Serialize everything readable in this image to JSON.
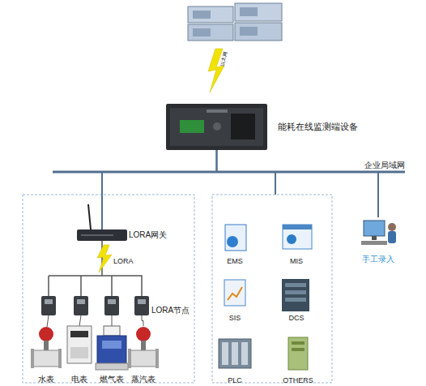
{
  "diagram": {
    "nodes": [
      {
        "text": [
          "能耗在线监测端设备"
        ]
      },
      {
        "text": [
          "LORA网关"
        ]
      },
      {
        "text": [
          "LORA节点"
        ]
      },
      {
        "text": [
          "水表"
        ]
      },
      {
        "text": [
          "电表"
        ]
      },
      {
        "text": [
          "燃气表"
        ]
      },
      {
        "text": [
          "蒸汽表"
        ]
      },
      {
        "text": [
          "EMS"
        ]
      },
      {
        "text": [
          "MIS"
        ]
      },
      {
        "text": [
          "SIS"
        ]
      },
      {
        "text": [
          "DCS"
        ]
      },
      {
        "text": [
          "PLC"
        ]
      },
      {
        "text": [
          "OTHERS"
        ]
      },
      {
        "text": [
          "手工录入"
        ]
      }
    ],
    "edges": [
      {
        "from": 0,
        "to": 1,
        "arrow": "none"
      },
      {
        "from": 1,
        "to": 2,
        "label": "LORA",
        "arrow": "none"
      },
      {
        "from": 2,
        "to": 6,
        "arrow": "none"
      },
      {
        "from": 0,
        "to": 13,
        "arrow": "none"
      }
    ],
    "labels": [
      "以太网",
      "企业局域网"
    ]
  }
}
